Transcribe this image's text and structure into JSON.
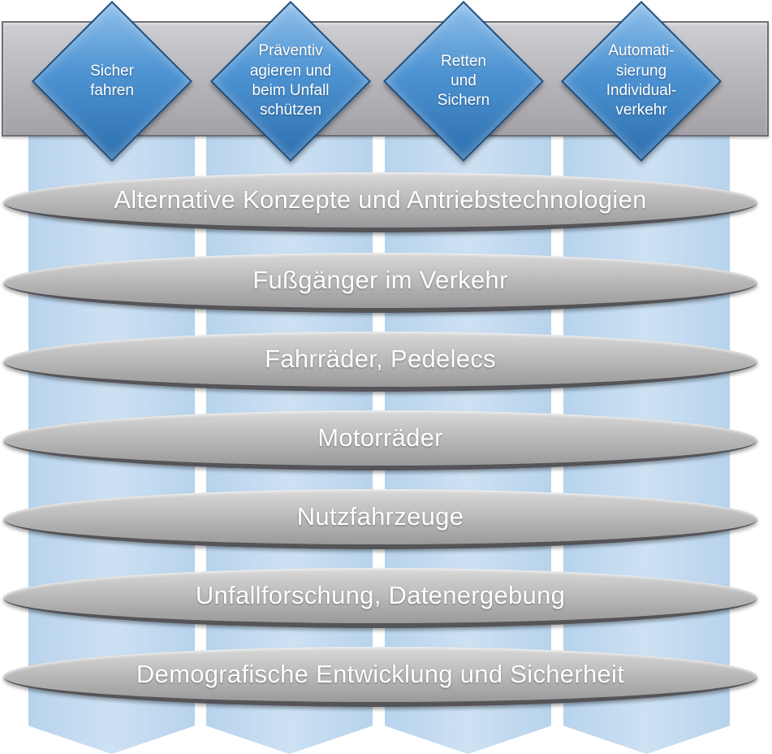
{
  "pillars": [
    {
      "label": "Sicher\nfahren"
    },
    {
      "label": "Präventiv\nagieren und\nbeim Unfall\nschützen"
    },
    {
      "label": "Retten\nund\nSichern"
    },
    {
      "label": "Automati-\nsierung\nIndividual-\nverkehr"
    }
  ],
  "bands": [
    {
      "label": "Alternative Konzepte und Antriebstechnologien"
    },
    {
      "label": "Fußgänger im Verkehr"
    },
    {
      "label": "Fahrräder, Pedelecs"
    },
    {
      "label": "Motorräder"
    },
    {
      "label": "Nutzfahrzeuge"
    },
    {
      "label": "Unfallforschung, Datenergebung"
    },
    {
      "label": "Demografische Entwicklung und Sicherheit"
    }
  ],
  "colors": {
    "pillar": "#cde1f3",
    "diamond": "#4d93d2",
    "band": "#bdbdbd",
    "topbar": "#b4b4b9"
  }
}
